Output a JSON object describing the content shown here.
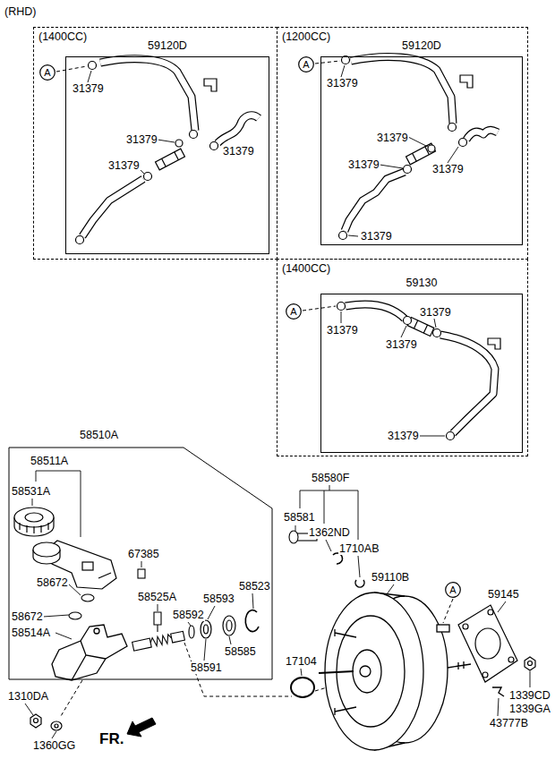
{
  "diagram": {
    "nodes": [
      {
        "text": [
          "(1400CC)"
        ]
      },
      {
        "text": [
          "59120D"
        ],
        "in": 0
      },
      {
        "text": [
          "A"
        ],
        "in": 0
      },
      {
        "text": [
          "(1200CC)"
        ]
      },
      {
        "text": [
          "59120D"
        ],
        "in": 3
      },
      {
        "text": [
          "A"
        ],
        "in": 3
      },
      {
        "text": [
          "(1400CC)"
        ]
      },
      {
        "text": [
          "59130"
        ],
        "in": 6
      },
      {
        "text": [
          "A"
        ],
        "in": 6
      },
      {
        "text": [
          "58510A"
        ]
      },
      {
        "text": [
          "A"
        ]
      }
    ],
    "labels": [
      "(RHD)",
      "31379",
      "31379",
      "31379",
      "31379",
      "31379",
      "31379",
      "31379",
      "31379",
      "31379",
      "31379",
      "31379",
      "31379",
      "31379",
      "58511A",
      "58531A",
      "58580F",
      "58581",
      "1362ND",
      "1710AB",
      "67385",
      "59110B",
      "58525A",
      "58593",
      "58523",
      "58672",
      "59145",
      "58592",
      "58672",
      "58514A",
      "58591",
      "58585",
      "17104",
      "1310DA",
      "1339CD",
      "1339GA",
      "43777B",
      "1360GG",
      "FR."
    ]
  }
}
